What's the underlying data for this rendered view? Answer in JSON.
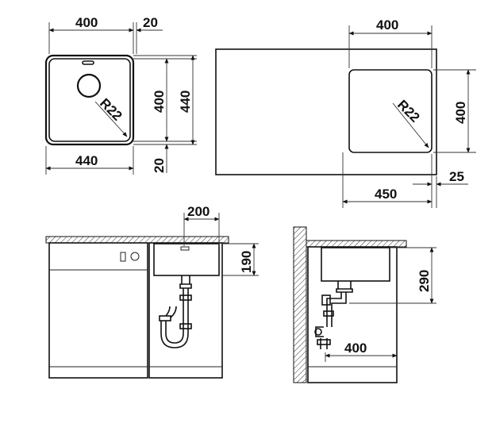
{
  "colors": {
    "ink": "#111111",
    "background": "#ffffff"
  },
  "top_left": {
    "dim_top_width": "400",
    "dim_top_gap": "20",
    "dim_right_inner": "400",
    "dim_right_outer": "440",
    "dim_bottom_width": "440",
    "dim_bottom_gap": "20",
    "corner_radius": "R22"
  },
  "top_right": {
    "dim_top_width": "400",
    "dim_right_height": "400",
    "corner_radius": "R22",
    "dim_bottom_offset": "450",
    "dim_bottom_gap": "25"
  },
  "bottom_left": {
    "dim_top_width": "200",
    "dim_right_depth": "190"
  },
  "bottom_right": {
    "dim_right_depth": "290",
    "dim_bottom_offset": "400"
  }
}
